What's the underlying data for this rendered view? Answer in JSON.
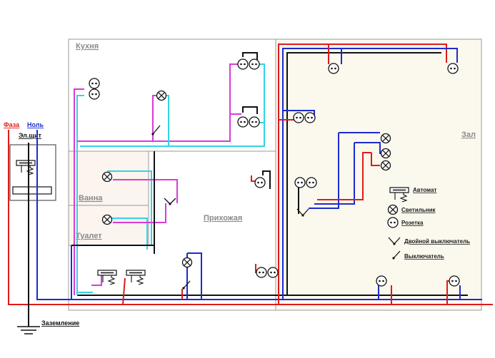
{
  "colors": {
    "background": "#ffffff",
    "zal_fill": "#fbf8ee",
    "room_border": "#9a9a9a",
    "phase": "#e01b1b",
    "neutral": "#1c2bd0",
    "ground": "#111111",
    "kitchen_phase": "#d93ad9",
    "kitchen_neutral": "#34d3e6",
    "label_grey": "#8a8a8a"
  },
  "rooms": {
    "kitchen": "Кухня",
    "bath": "Ванна",
    "toilet": "Туалет",
    "hallway": "Прихожая",
    "hall": "Зал"
  },
  "panel": {
    "phase": "Фаза",
    "neutral": "Ноль",
    "board": "Эл.щит",
    "ground": "Заземление"
  },
  "legend": {
    "breaker": "Автомат",
    "lamp": "Светильник",
    "socket": "Розетка",
    "double_switch": "Двойной выключатель",
    "switch": "Выключатель"
  },
  "symbols": {
    "breaker": "breaker-icon",
    "lamp": "lamp-icon",
    "socket": "socket-icon",
    "switch": "switch-icon",
    "double_switch": "double-switch-icon"
  }
}
